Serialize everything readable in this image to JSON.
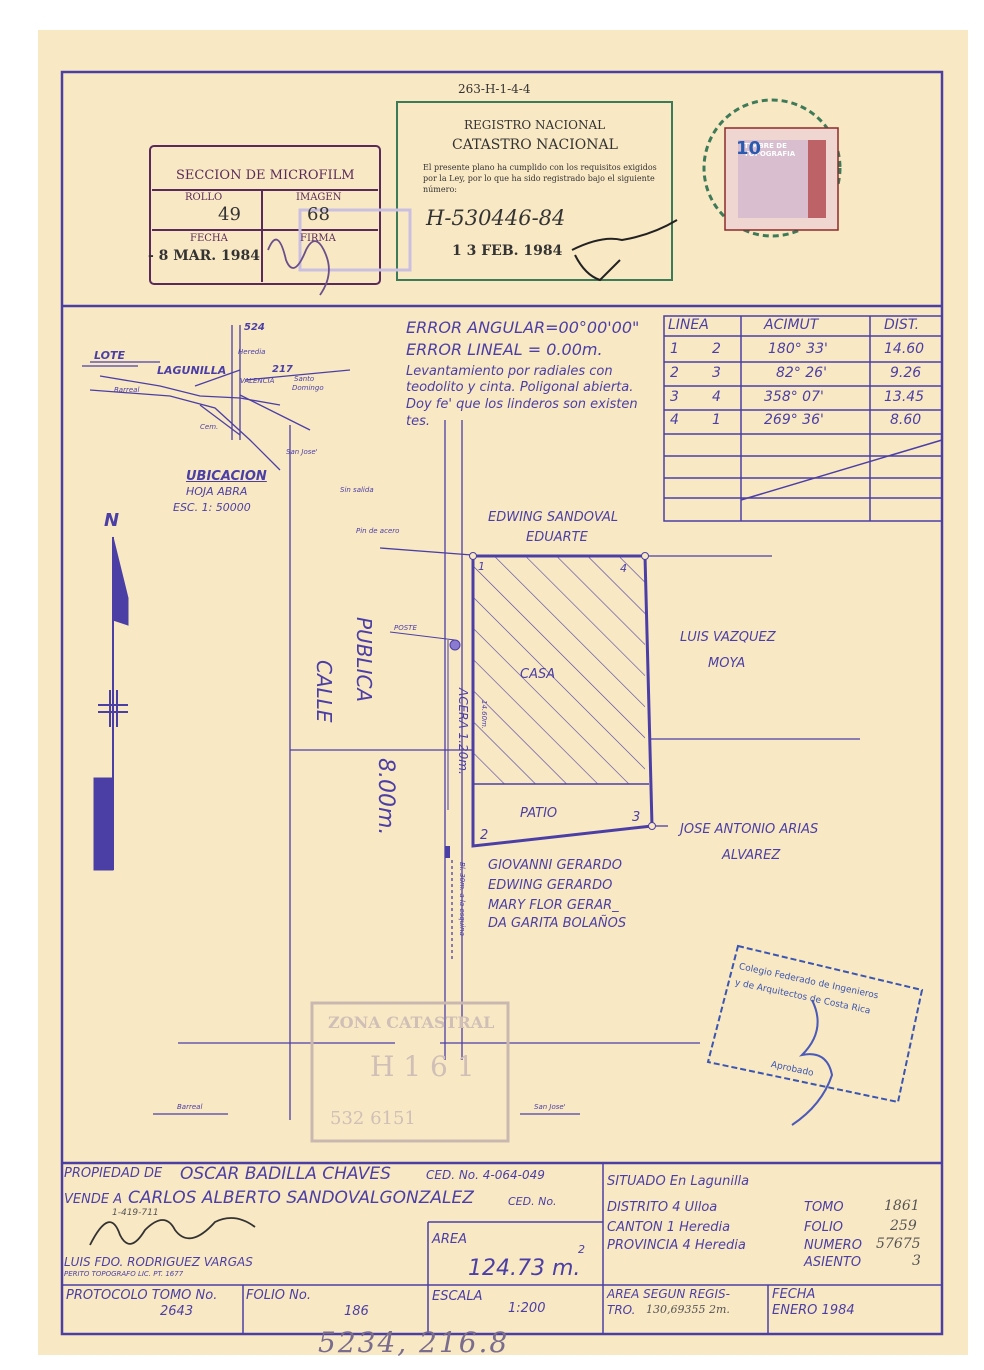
{
  "sheet_ref": "263-H-1-4-4",
  "microfilm": {
    "title": "SECCION DE MICROFILM",
    "rollo_label": "ROLLO",
    "rollo": "49",
    "imagen_label": "IMAGEN",
    "imagen": "68",
    "fecha_label": "FECHA",
    "fecha": "- 8 MAR. 1984",
    "firma_label": "FIRMA"
  },
  "registro": {
    "line1": "REGISTRO NACIONAL",
    "line2": "CATASTRO NACIONAL",
    "text1": "El presente plano ha cumplido con los requisitos exigidos por la Ley, por lo que ha sido",
    "text2": "registrado bajo el siguiente número:",
    "numero": "H-530446-84",
    "fecha": "1 3 FEB. 1984"
  },
  "timbre": {
    "text": "TIMBRE DE TOPOGRAFIA",
    "value": "10"
  },
  "survey": {
    "error_angular": "ERROR ANGULAR=00°00'00\"",
    "error_lineal": "ERROR LINEAL =  0.00m.",
    "note1": "Levantamiento por radiales con",
    "note2": "teodolito y cinta. Poligonal abierta.",
    "note3": "Doy fe' que los linderos son existen",
    "note4": "tes."
  },
  "table": {
    "headers": [
      "LINEA",
      "ACIMUT",
      "DIST."
    ],
    "rows": [
      [
        "1",
        "2",
        "180° 33'",
        "14.60"
      ],
      [
        "2",
        "3",
        "82° 26'",
        "9.26"
      ],
      [
        "3",
        "4",
        "358° 07'",
        "13.45"
      ],
      [
        "4",
        "1",
        "269° 36'",
        "8.60"
      ]
    ]
  },
  "location_map": {
    "lote": "LOTE",
    "lagunilla": "LAGUNILLA",
    "n524": "524",
    "heredia": "Heredia",
    "n217": "217",
    "valencia": "VALENCIA",
    "santo": "Santo",
    "domingo": "Domingo",
    "barreal": "Barreal",
    "cem": "Cem.",
    "san_jose": "San Jose'",
    "ubicacion": "UBICACION",
    "hoja": "HOJA ABRA",
    "esc": "ESC. 1: 50000",
    "sin_salida": "Sin salida"
  },
  "north": "N",
  "plan": {
    "pin": "Pin de acero",
    "poste": "POSTE",
    "calle1": "CALLE",
    "calle2": "PUBLICA",
    "ancho": "8.00m.",
    "acera": "ACERA 1.20m.",
    "side_dist": "14.60m.",
    "bl": "Bl. 30m. a la esquina",
    "casa": "CASA",
    "patio": "PATIO",
    "n1": "1",
    "n2": "2",
    "n3": "3",
    "n4": "4",
    "north_owner1": "EDWING SANDOVAL",
    "north_owner2": "EDUARTE",
    "east_owner1": "LUIS VAZQUEZ",
    "east_owner2": "MOYA",
    "se_owner1": "JOSE ANTONIO ARIAS",
    "se_owner2": "ALVAREZ",
    "south_owner1": "GIOVANNI GERARDO",
    "south_owner2": "EDWING GERARDO",
    "south_owner3": "MARY FLOR GERAR_",
    "south_owner4": "DA GARITA BOLAÑOS",
    "barreal": "Barreal",
    "san_jose": "San Jose'"
  },
  "colegio": {
    "line1": "Colegio Federado de Ingenieros",
    "line2": "y de Arquitectos de Costa Rica",
    "line3": "Aprobado"
  },
  "ghost": {
    "line1": "ZONA CATASTRAL",
    "line2": "H 1 6 1",
    "line3": "532 6151"
  },
  "footer": {
    "prop_label": "PROPIEDAD DE",
    "prop_name": "OSCAR BADILLA CHAVES",
    "prop_ced": "CED. No. 4-064-049",
    "vende_label": "VENDE A",
    "vende_name": "CARLOS ALBERTO SANDOVALGONZALEZ",
    "vende_ced": "CED. No.",
    "vende_ced_num": "1-419-711",
    "surveyor": "LUIS FDO. RODRIGUEZ VARGAS",
    "surveyor_title": "PERITO TOPOGRAFO LIC. PT. 1677",
    "situado": "SITUADO En Lagunilla",
    "distrito": "DISTRITO 4 Ulloa",
    "canton": "CANTON  1 Heredia",
    "provincia": "PROVINCIA 4 Heredia",
    "tomo_label": "TOMO",
    "tomo": "1861",
    "folio_label": "FOLIO",
    "folio": "259",
    "numero_label": "NUMERO",
    "numero": "57675",
    "asiento_label": "ASIENTO",
    "asiento": "3",
    "area_label": "AREA",
    "area": "124.73 m.",
    "area_sup": "2",
    "protocolo_label": "PROTOCOLO TOMO No.",
    "protocolo": "2643",
    "folio_no_label": "FOLIO No.",
    "folio_no": "186",
    "escala_label": "ESCALA",
    "escala": "1:200",
    "area_reg_label1": "AREA SEGUN REGIS-",
    "area_reg_label2": "TRO.",
    "area_reg": "130,69355 2m.",
    "fecha_label": "FECHA",
    "fecha": "ENERO 1984"
  },
  "bottom_handwriting": "5234, 216.8",
  "colors": {
    "paper": "#f9e8c4",
    "ink": "#4b3fa6",
    "stamp_green": "#3d7a58",
    "stamp_blue": "#3a56b0"
  }
}
